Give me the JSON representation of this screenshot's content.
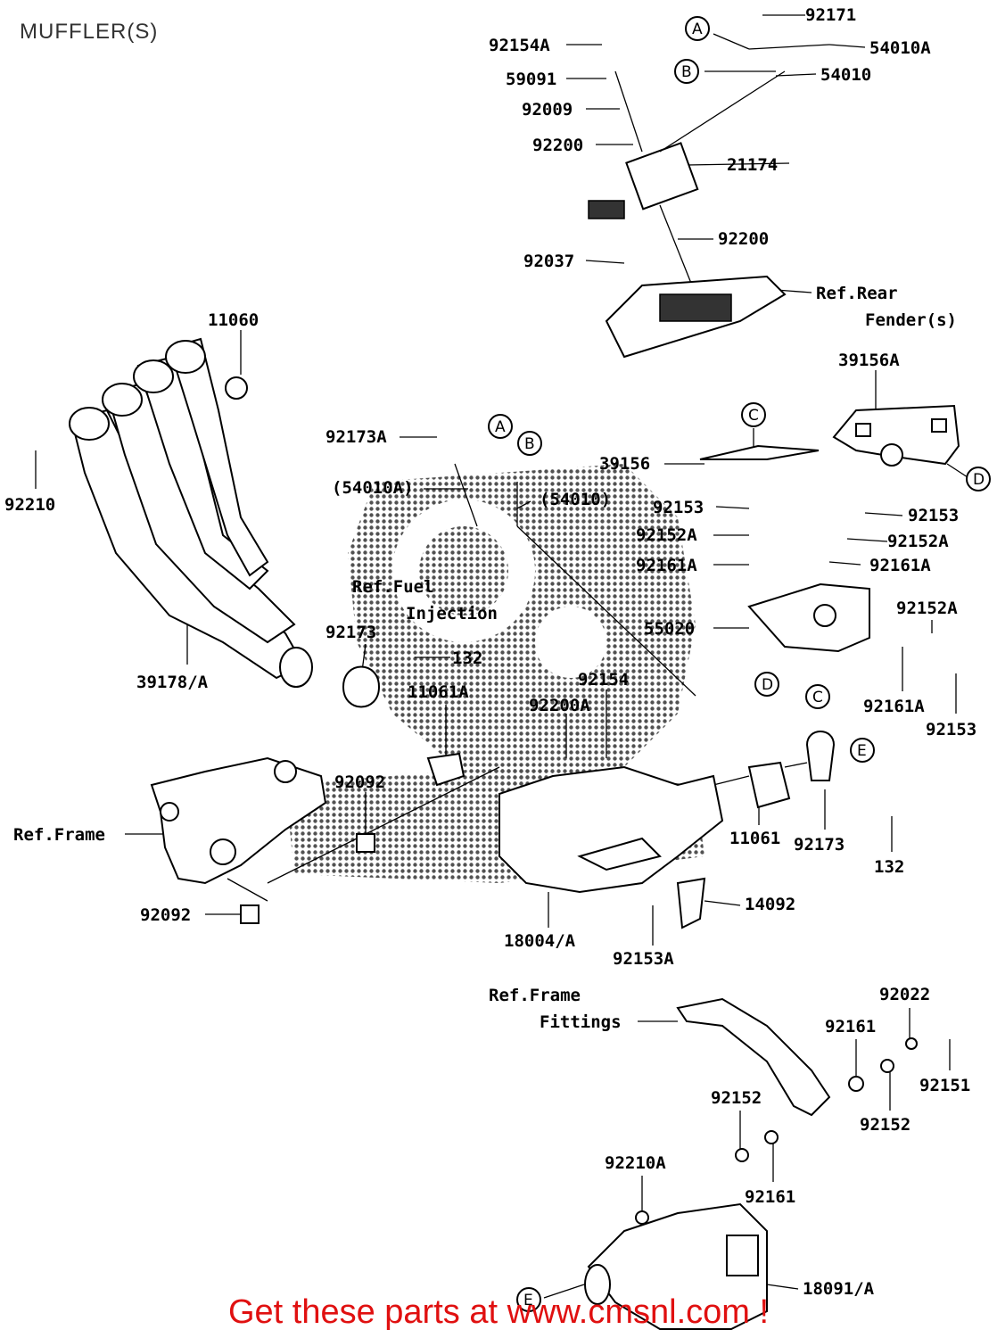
{
  "page_title": "MUFFLER(S)",
  "footer_text": "Get these parts at www.cmsnl.com !",
  "refs": {
    "rear_fender_1": "Ref.Rear",
    "rear_fender_2": "Fender(s)",
    "fuel_injection_1": "Ref.Fuel",
    "fuel_injection_2": "Injection",
    "frame": "Ref.Frame",
    "frame_fittings_1": "Ref.Frame",
    "frame_fittings_2": "Fittings"
  },
  "callouts": {
    "A": "A",
    "B": "B",
    "C": "C",
    "D": "D",
    "E": "E"
  },
  "parts": {
    "p92171": "92171",
    "p54010A": "54010A",
    "p92154A": "92154A",
    "p54010": "54010",
    "p59091": "59091",
    "p92009": "92009",
    "p92200_top": "92200",
    "p21174": "21174",
    "p92200_mid": "92200",
    "p92037": "92037",
    "p11060": "11060",
    "p39156A": "39156A",
    "p92173A": "92173A",
    "p39156": "39156",
    "p54010A_ref": "(54010A)",
    "p54010_ref": "(54010)",
    "p92210": "92210",
    "p92153_l": "92153",
    "p92153_r": "92153",
    "p92152A_l": "92152A",
    "p92152A_r": "92152A",
    "p92161A_l": "92161A",
    "p92161A_r": "92161A",
    "p55020": "55020",
    "p92152A_b": "92152A",
    "p92173_l": "92173",
    "p132_l": "132",
    "p39178A": "39178/A",
    "p11061A": "11061A",
    "p92154": "92154",
    "p92200A": "92200A",
    "p92161A_b": "92161A",
    "p92153_b": "92153",
    "p92092_t": "92092",
    "p11061": "11061",
    "p92173_r": "92173",
    "p132_r": "132",
    "p14092": "14092",
    "p92092_b": "92092",
    "p18004A": "18004/A",
    "p92153A": "92153A",
    "p92022": "92022",
    "p92161_t": "92161",
    "p92151": "92151",
    "p92152_l": "92152",
    "p92152_r": "92152",
    "p92210A": "92210A",
    "p92161_b": "92161",
    "p18091A": "18091/A"
  }
}
